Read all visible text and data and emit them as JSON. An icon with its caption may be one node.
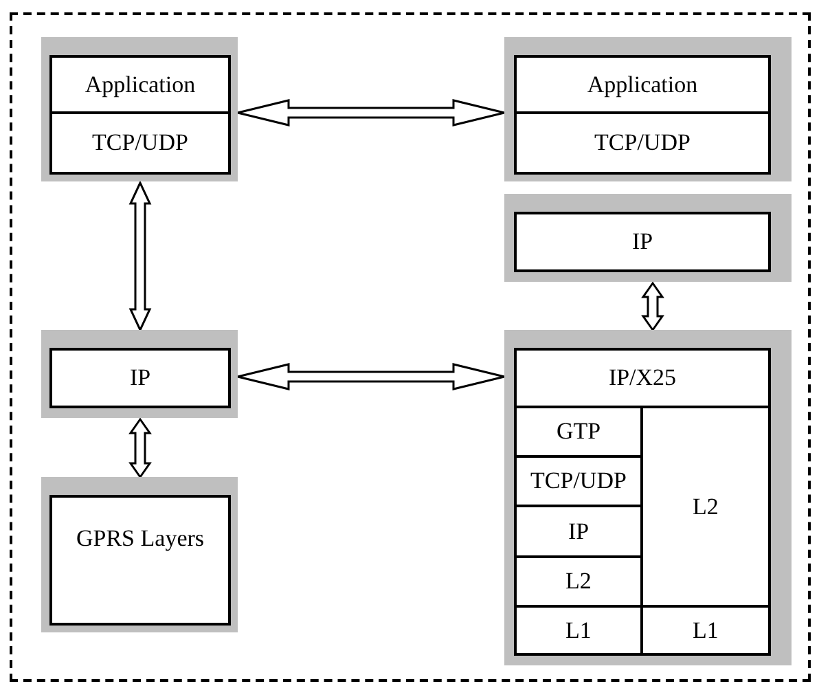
{
  "diagram": {
    "nodes": [
      {
        "text": [],
        "shape": "box"
      },
      {
        "text": [],
        "shape": "box",
        "in": 0
      },
      {
        "text": [
          "Application"
        ],
        "in": 1
      },
      {
        "text": [
          "TCP/UDP"
        ],
        "in": 1
      },
      {
        "text": [],
        "shape": "box",
        "in": 0
      },
      {
        "text": [
          "Application"
        ],
        "in": 4
      },
      {
        "text": [
          "TCP/UDP"
        ],
        "in": 4
      },
      {
        "text": [],
        "shape": "box",
        "in": 0
      },
      {
        "text": [
          "IP"
        ],
        "in": 7
      },
      {
        "text": [],
        "shape": "box",
        "in": 0
      },
      {
        "text": [
          "IP"
        ],
        "in": 9
      },
      {
        "text": [],
        "shape": "box",
        "in": 0
      },
      {
        "text": [
          "GPRS Layers"
        ],
        "in": 11
      },
      {
        "text": [],
        "shape": "box",
        "in": 0
      },
      {
        "text": [
          "IP/X25"
        ],
        "in": 13
      },
      {
        "text": [
          "GTP"
        ],
        "in": 13
      },
      {
        "text": [
          "TCP/UDP"
        ],
        "in": 13
      },
      {
        "text": [
          "IP"
        ],
        "in": 13
      },
      {
        "text": [
          "L2"
        ],
        "in": 13
      },
      {
        "text": [
          "L1"
        ],
        "in": 13
      },
      {
        "text": [
          "L2"
        ],
        "in": 13
      },
      {
        "text": [
          "L1"
        ],
        "in": 13
      }
    ],
    "edges": [
      {
        "from": 1,
        "to": 4,
        "arrow": "both"
      },
      {
        "from": 1,
        "to": 9,
        "arrow": "both"
      },
      {
        "from": 9,
        "to": 11,
        "arrow": "both"
      },
      {
        "from": 9,
        "to": 13,
        "arrow": "both"
      },
      {
        "from": 7,
        "to": 13,
        "arrow": "both"
      }
    ]
  }
}
